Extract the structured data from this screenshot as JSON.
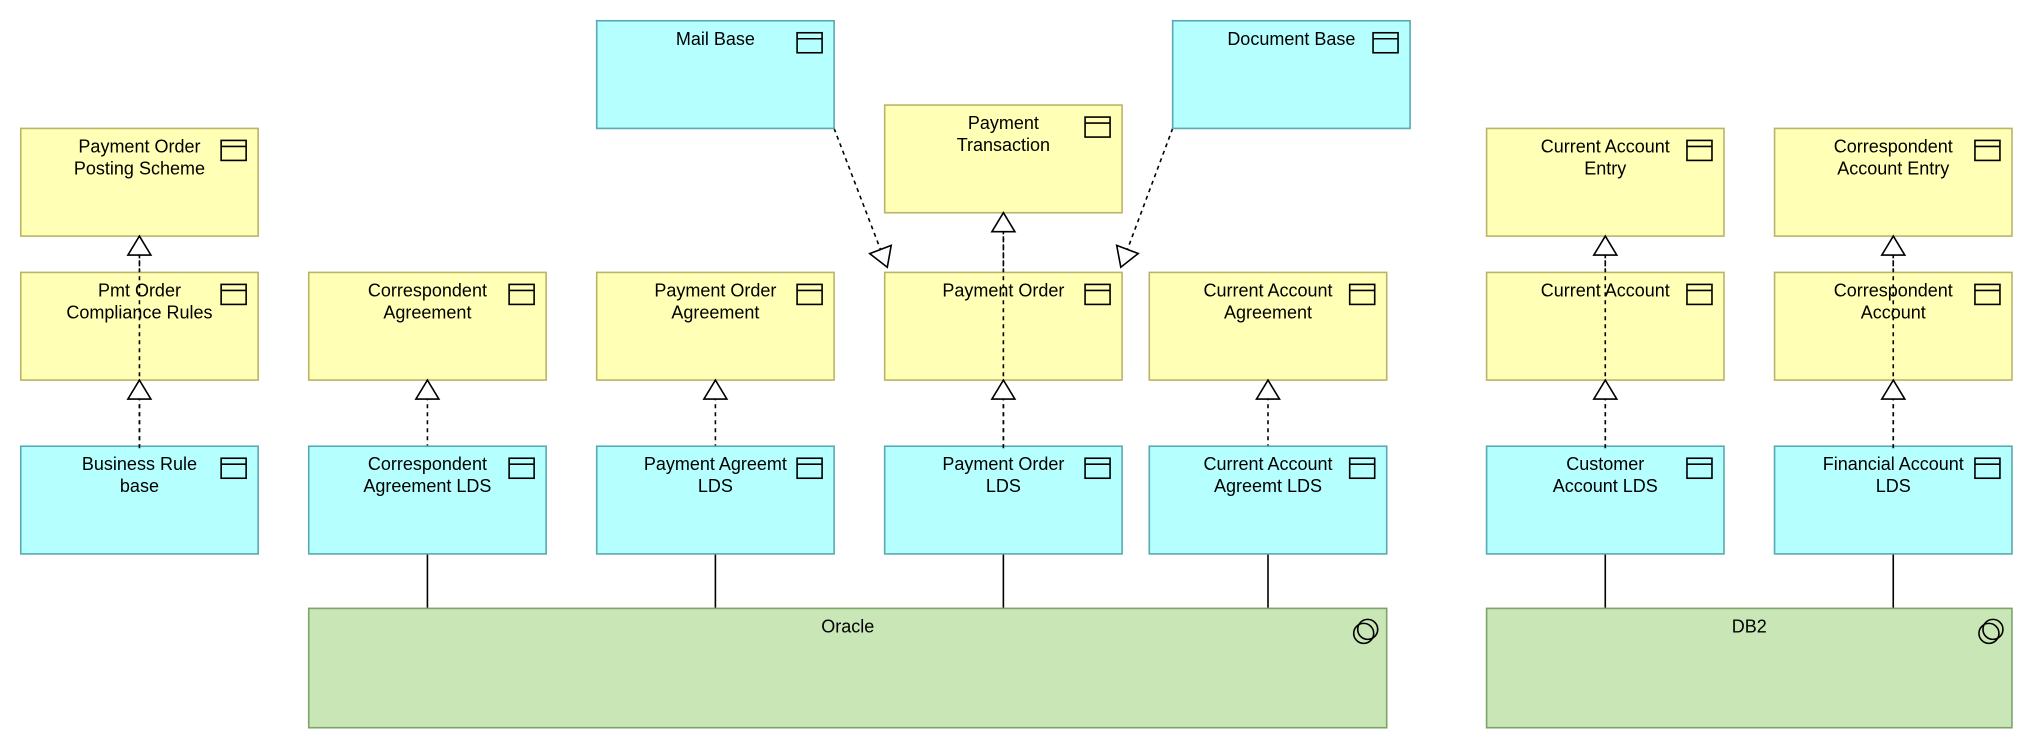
{
  "colors": {
    "data_object": "#ffffb5",
    "data_object_border": "#b9b46a",
    "artifact": "#b5ffff",
    "artifact_border": "#58a9b0",
    "system_software": "#c9e6b6",
    "system_software_border": "#7da36b",
    "line": "#000000"
  },
  "nodes": [
    {
      "id": "mail-base",
      "kind": "artifact",
      "lines": [
        "Mail Base"
      ]
    },
    {
      "id": "document-base",
      "kind": "artifact",
      "lines": [
        "Document Base"
      ]
    },
    {
      "id": "payment-transaction",
      "kind": "data",
      "lines": [
        "Payment",
        "Transaction"
      ]
    },
    {
      "id": "payment-order-posting-scheme",
      "kind": "data",
      "lines": [
        "Payment Order",
        "Posting Scheme"
      ]
    },
    {
      "id": "current-account-entry",
      "kind": "data",
      "lines": [
        "Current Account",
        "Entry"
      ]
    },
    {
      "id": "correspondent-account-entry",
      "kind": "data",
      "lines": [
        "Correspondent",
        "Account Entry"
      ]
    },
    {
      "id": "pmt-order-compliance-rules",
      "kind": "data",
      "lines": [
        "Pmt Order",
        "Compliance Rules"
      ]
    },
    {
      "id": "correspondent-agreement",
      "kind": "data",
      "lines": [
        "Correspondent",
        "Agreement"
      ]
    },
    {
      "id": "payment-order-agreement",
      "kind": "data",
      "lines": [
        "Payment Order",
        "Agreement"
      ]
    },
    {
      "id": "payment-order",
      "kind": "data",
      "lines": [
        "Payment Order"
      ]
    },
    {
      "id": "current-account-agreement",
      "kind": "data",
      "lines": [
        "Current Account",
        "Agreement"
      ]
    },
    {
      "id": "current-account",
      "kind": "data",
      "lines": [
        "Current Account"
      ]
    },
    {
      "id": "correspondent-account",
      "kind": "data",
      "lines": [
        "Correspondent",
        "Account"
      ]
    },
    {
      "id": "business-rule-base",
      "kind": "artifact",
      "lines": [
        "Business Rule",
        "base"
      ]
    },
    {
      "id": "correspondent-agreement-lds",
      "kind": "artifact",
      "lines": [
        "Correspondent",
        "Agreement LDS"
      ]
    },
    {
      "id": "payment-agreemt-lds",
      "kind": "artifact",
      "lines": [
        "Payment Agreemt",
        "LDS"
      ]
    },
    {
      "id": "payment-order-lds",
      "kind": "artifact",
      "lines": [
        "Payment Order",
        "LDS"
      ]
    },
    {
      "id": "current-account-agreemt-lds",
      "kind": "artifact",
      "lines": [
        "Current Account",
        "Agreemt LDS"
      ]
    },
    {
      "id": "customer-account-lds",
      "kind": "artifact",
      "lines": [
        "Customer",
        "Account LDS"
      ]
    },
    {
      "id": "financial-account-lds",
      "kind": "artifact",
      "lines": [
        "Financial Account",
        "LDS"
      ]
    },
    {
      "id": "oracle",
      "kind": "system",
      "lines": [
        "Oracle"
      ]
    },
    {
      "id": "db2",
      "kind": "system",
      "lines": [
        "DB2"
      ]
    }
  ],
  "realizations": [
    {
      "from": "pmt-order-compliance-rules",
      "to": "payment-order-posting-scheme"
    },
    {
      "from": "business-rule-base",
      "to": "pmt-order-compliance-rules"
    },
    {
      "from": "correspondent-agreement-lds",
      "to": "correspondent-agreement"
    },
    {
      "from": "payment-agreemt-lds",
      "to": "payment-order-agreement"
    },
    {
      "from": "payment-order",
      "to": "payment-transaction"
    },
    {
      "from": "payment-order-lds",
      "to": "payment-order"
    },
    {
      "from": "current-account-agreemt-lds",
      "to": "current-account-agreement"
    },
    {
      "from": "current-account",
      "to": "current-account-entry"
    },
    {
      "from": "customer-account-lds",
      "to": "current-account"
    },
    {
      "from": "correspondent-account",
      "to": "correspondent-account-entry"
    },
    {
      "from": "financial-account-lds",
      "to": "correspondent-account"
    },
    {
      "from": "mail-base",
      "to": "payment-order"
    },
    {
      "from": "document-base",
      "to": "payment-order"
    }
  ],
  "assignments": [
    {
      "from": "correspondent-agreement-lds",
      "to": "oracle"
    },
    {
      "from": "payment-agreemt-lds",
      "to": "oracle"
    },
    {
      "from": "payment-order-lds",
      "to": "oracle"
    },
    {
      "from": "current-account-agreemt-lds",
      "to": "oracle"
    },
    {
      "from": "customer-account-lds",
      "to": "db2"
    },
    {
      "from": "financial-account-lds",
      "to": "db2"
    }
  ]
}
